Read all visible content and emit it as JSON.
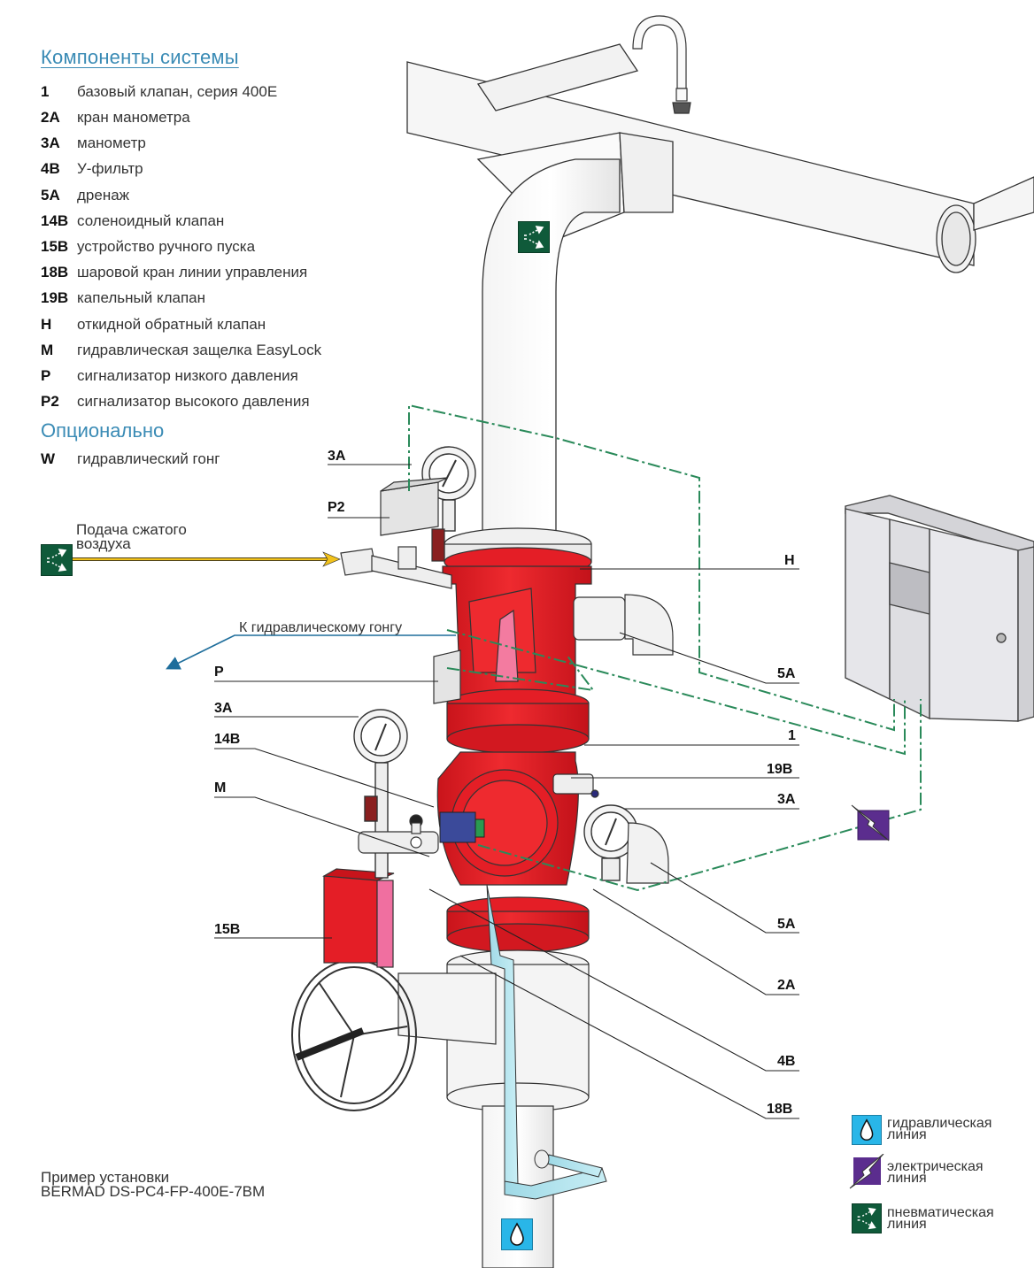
{
  "header": {
    "title": "Компоненты системы"
  },
  "components": [
    {
      "code": "1",
      "description": "базовый клапан, серия 400E"
    },
    {
      "code": "2A",
      "description": "кран манометра"
    },
    {
      "code": "3A",
      "description": "манометр"
    },
    {
      "code": "4B",
      "description": "У-фильтр"
    },
    {
      "code": "5A",
      "description": "дренаж"
    },
    {
      "code": "14B",
      "description": "соленоидный клапан"
    },
    {
      "code": "15B",
      "description": "устройство ручного пуска"
    },
    {
      "code": "18B",
      "description": "шаровой кран линии управления"
    },
    {
      "code": "19B",
      "description": "капельный клапан"
    },
    {
      "code": "H",
      "description": "откидной обратный клапан"
    },
    {
      "code": "M",
      "description": "гидравлическая защелка EasyLock"
    },
    {
      "code": "P",
      "description": "сигнализатор низкого давления"
    },
    {
      "code": "P2",
      "description": "сигнализатор высокого давления"
    }
  ],
  "optional": {
    "title": "Опционально",
    "items": [
      {
        "code": "W",
        "description": "гидравлический гонг"
      }
    ]
  },
  "diagram_annotations": {
    "air_supply_line1": "Подача сжатого",
    "air_supply_line2": "воздуха",
    "to_gong": "К гидравлическому гонгу"
  },
  "callouts": {
    "left": [
      "3A",
      "P2",
      "P",
      "3A",
      "14B",
      "M",
      "15B"
    ],
    "right": [
      "H",
      "5A",
      "1",
      "19B",
      "3A",
      "5A",
      "2A",
      "4B",
      "18B"
    ]
  },
  "caption": {
    "line1": "Пример установки",
    "line2": "BERMAD DS-PC4-FP-400E-7BM"
  },
  "line_key": [
    {
      "icon": "hydraulic-drop-icon",
      "line1": "гидравлическая",
      "line2": "линия",
      "color": "#29b6e8"
    },
    {
      "icon": "electric-bolt-icon",
      "line1": "электрическая",
      "line2": "линия",
      "color": "#5b2d8e"
    },
    {
      "icon": "pneumatic-arrows-icon",
      "line1": "пневматическая",
      "line2": "линия",
      "color": "#0f5a3a"
    }
  ],
  "colors": {
    "accent_blue": "#3a8bb5",
    "valve_red": "#e41e26",
    "pneumatic_green": "#0f5a3a",
    "electric_purple": "#5b2d8e",
    "hydraulic_blue": "#29b6e8",
    "air_supply_yellow": "#f2c21b",
    "signal_dashed_green": "#2a8a5a",
    "gong_line_blue": "#1f6e9c"
  }
}
